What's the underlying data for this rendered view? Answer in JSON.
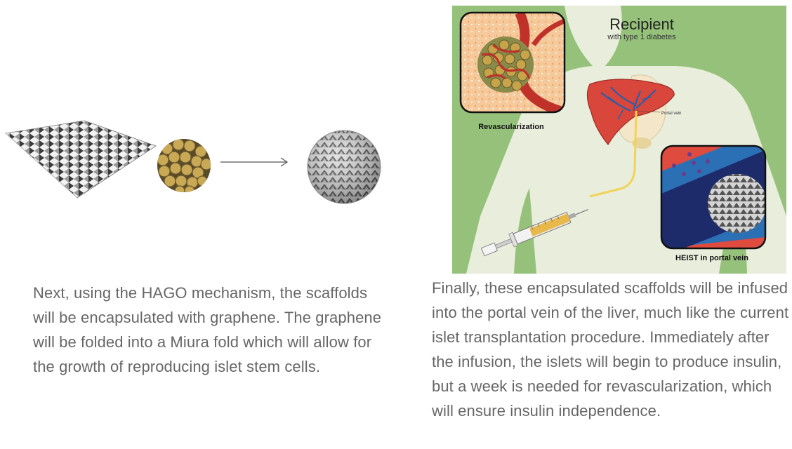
{
  "left_figure": {
    "steps": [
      "graphene-sheet",
      "islet-cluster",
      "encapsulated-scaffold"
    ]
  },
  "right_figure": {
    "title": "Recipient",
    "subtitle": "with type 1 diabetes",
    "inset_top_label": "Revascularization",
    "portal_vein_label": "Portal vein",
    "inset_bottom_label": "HEIST in portal vein",
    "colors": {
      "background": "#95c17a",
      "body": "#e9eddc",
      "liver": "#d9463b",
      "vein": "#f1d35b",
      "inset_red": "#e04b3f"
    }
  },
  "captions": {
    "left": "Next, using the HAGO mechanism, the scaffolds will be encapsulated with graphene. The graphene will be folded into a Miura fold which will allow for the growth of reproducing islet stem cells.",
    "right": "Finally, these encapsulated scaffolds will be infused into the portal vein of the liver, much like the current islet transplantation procedure. Immediately after the infusion, the islets will begin to produce insulin, but a week is needed for revascularization, which will ensure insulin independence."
  }
}
